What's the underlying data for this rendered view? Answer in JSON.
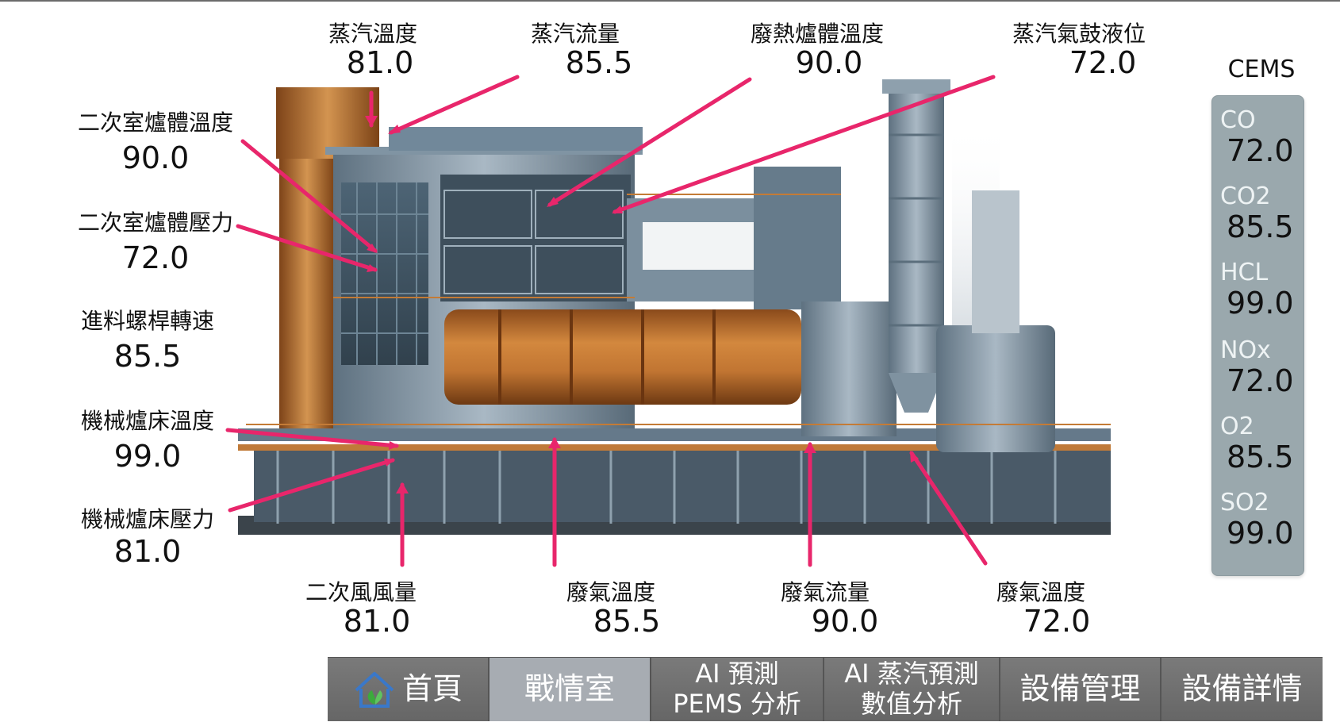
{
  "labels": {
    "steam_temp": {
      "name": "蒸汽溫度",
      "value": "81.0"
    },
    "steam_flow": {
      "name": "蒸汽流量",
      "value": "85.5"
    },
    "waste_heat_furnace_temp": {
      "name": "廢熱爐體溫度",
      "value": "90.0"
    },
    "steam_drum_level": {
      "name": "蒸汽氣鼓液位",
      "value": "72.0"
    },
    "secondary_chamber_temp": {
      "name": "二次室爐體溫度",
      "value": "90.0"
    },
    "secondary_chamber_pressure": {
      "name": "二次室爐體壓力",
      "value": "72.0"
    },
    "feed_screw_speed": {
      "name": "進料螺桿轉速",
      "value": "85.5"
    },
    "grate_temp": {
      "name": "機械爐床溫度",
      "value": "99.0"
    },
    "grate_pressure": {
      "name": "機械爐床壓力",
      "value": "81.0"
    },
    "secondary_air_volume": {
      "name": "二次風風量",
      "value": "81.0"
    },
    "exhaust_temp_1": {
      "name": "廢氣溫度",
      "value": "85.5"
    },
    "exhaust_flow": {
      "name": "廢氣流量",
      "value": "90.0"
    },
    "exhaust_temp_2": {
      "name": "廢氣溫度",
      "value": "72.0"
    }
  },
  "cems": {
    "title": "CEMS",
    "items": [
      {
        "name": "CO",
        "value": "72.0"
      },
      {
        "name": "CO2",
        "value": "85.5"
      },
      {
        "name": "HCL",
        "value": "99.0"
      },
      {
        "name": "NOx",
        "value": "72.0"
      },
      {
        "name": "O2",
        "value": "85.5"
      },
      {
        "name": "SO2",
        "value": "99.0"
      }
    ]
  },
  "nav": {
    "home": "首頁",
    "war_room": "戰情室",
    "ai_pems_line1": "AI 預測",
    "ai_pems_line2": "PEMS 分析",
    "ai_steam_line1": "AI 蒸汽預測",
    "ai_steam_line2": "數值分析",
    "equipment_mgmt": "設備管理",
    "equipment_detail": "設備詳情"
  },
  "colors": {
    "callout_line": "#e8266b",
    "cems_panel": "#9aa8ad",
    "nav_bg": "#6f6f6f",
    "nav_active": "#a7acb2",
    "home_icon": "#3a78c9",
    "home_leaf": "#3caa3c"
  }
}
